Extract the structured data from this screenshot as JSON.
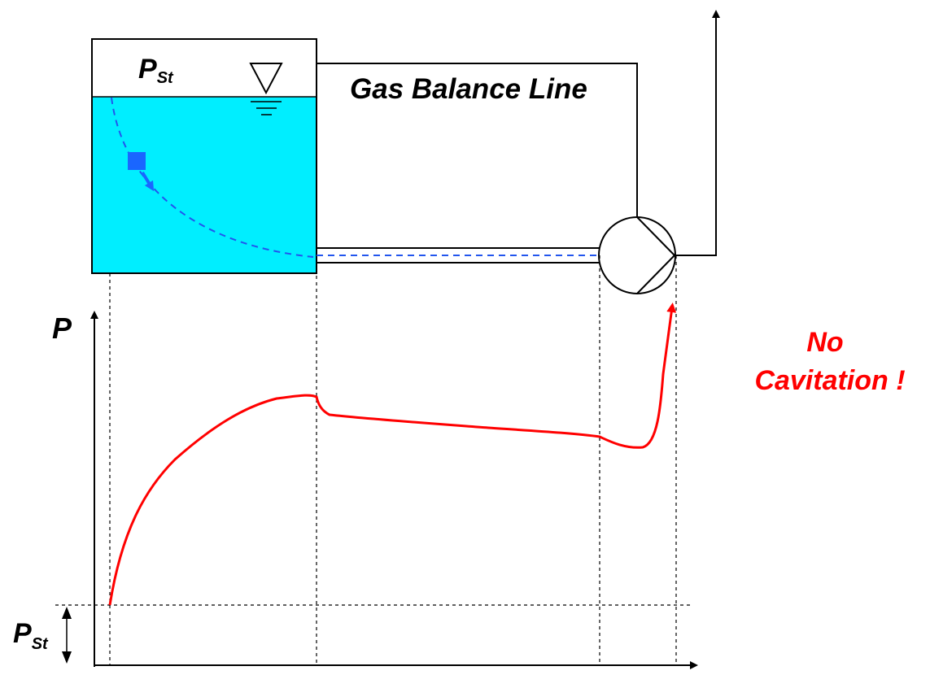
{
  "tank": {
    "pressure_symbol": "P",
    "pressure_subscript": "St",
    "liquid_color": "#00eeff"
  },
  "gas_line": {
    "label": "Gas Balance Line"
  },
  "plot": {
    "y_axis_label": "P",
    "reference_symbol": "P",
    "reference_subscript": "St"
  },
  "result": {
    "line1": "No",
    "line2": "Cavitation !",
    "color": "#ff0000"
  },
  "colors": {
    "curve": "#ff0000",
    "flow_path": "#2255ee",
    "particle": "#1a66ff"
  }
}
